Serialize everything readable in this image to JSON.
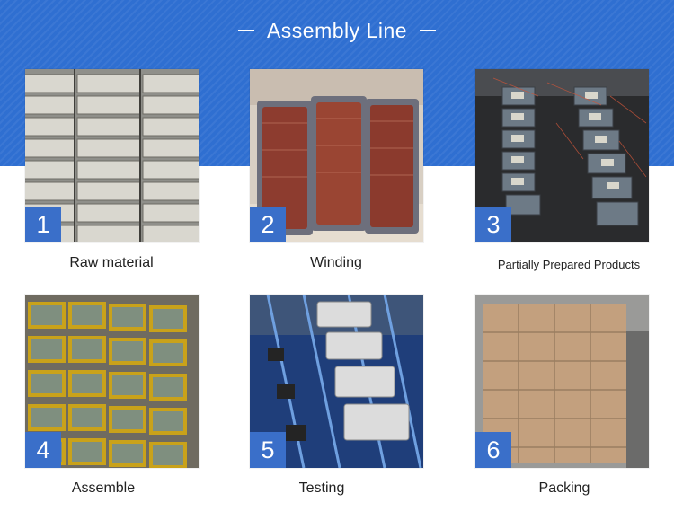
{
  "header": {
    "title": "Assembly Line"
  },
  "steps": [
    {
      "number": "1",
      "label": "Raw material"
    },
    {
      "number": "2",
      "label": "Winding"
    },
    {
      "number": "3",
      "label": "Partially Prepared Products"
    },
    {
      "number": "4",
      "label": "Assemble"
    },
    {
      "number": "5",
      "label": "Testing"
    },
    {
      "number": "6",
      "label": "Packing"
    }
  ],
  "colors": {
    "banner": "#2f6fd1",
    "badge": "#3a6fc9"
  }
}
